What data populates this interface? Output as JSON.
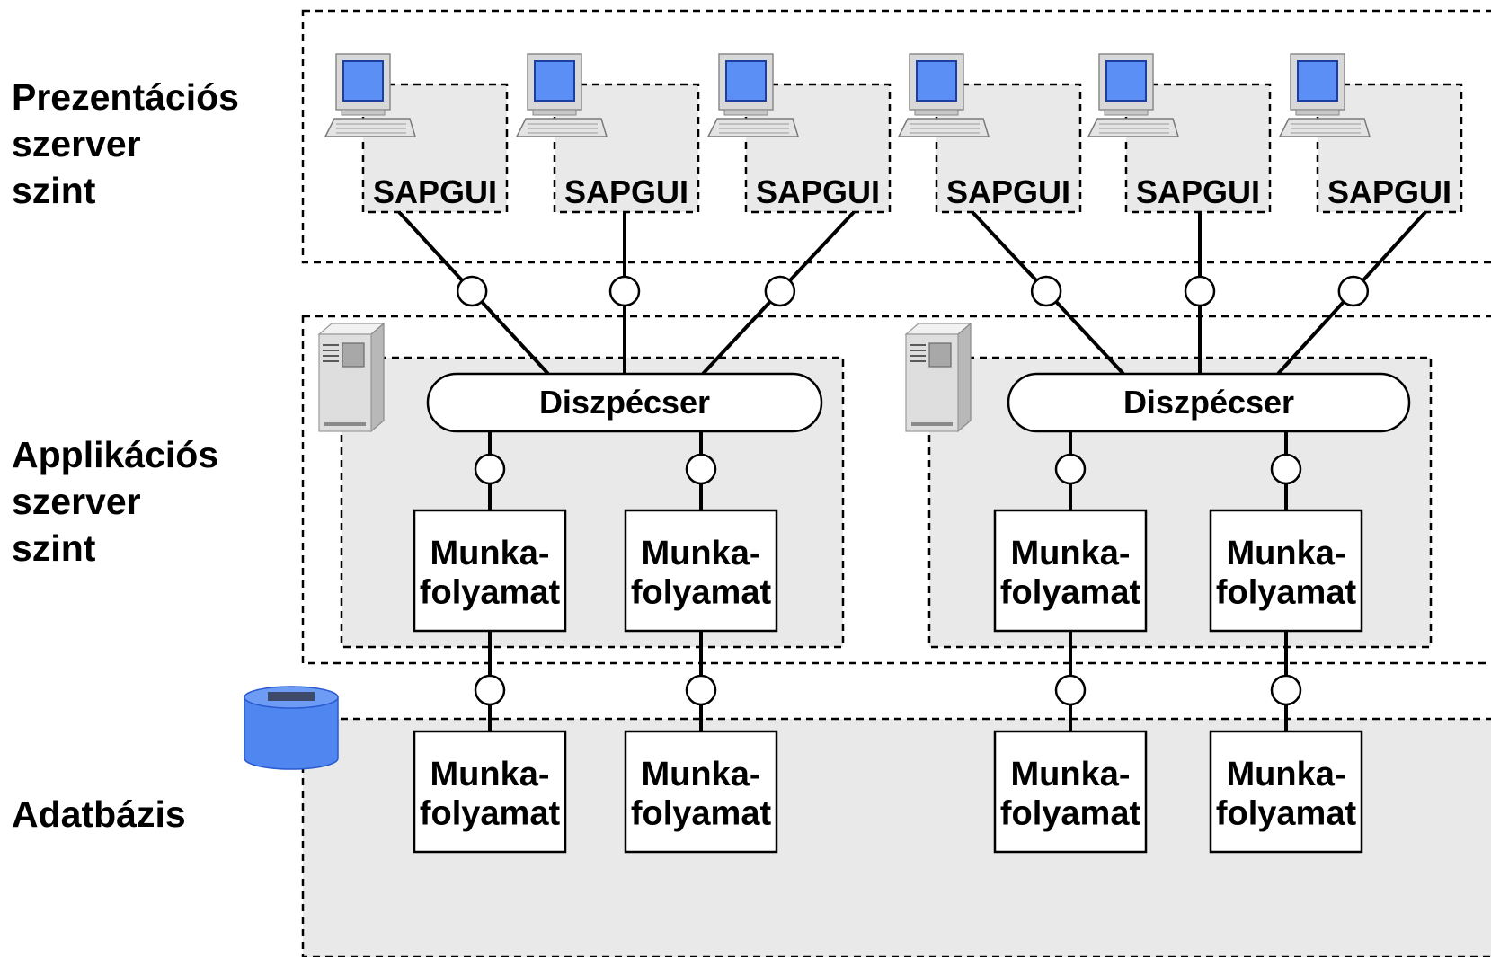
{
  "tiers": {
    "presentation": "Prezentációs\nszerver\nszint",
    "application": "Applikációs\nszerver\nszint",
    "database": "Adatbázis"
  },
  "clients": [
    {
      "label": "SAPGUI"
    },
    {
      "label": "SAPGUI"
    },
    {
      "label": "SAPGUI"
    },
    {
      "label": "SAPGUI"
    },
    {
      "label": "SAPGUI"
    },
    {
      "label": "SAPGUI"
    }
  ],
  "app_servers": [
    {
      "dispatcher": "Diszpécser",
      "workers": [
        [
          "Munka-",
          "folyamat"
        ],
        [
          "Munka-",
          "folyamat"
        ]
      ]
    },
    {
      "dispatcher": "Diszpécser",
      "workers": [
        [
          "Munka-",
          "folyamat"
        ],
        [
          "Munka-",
          "folyamat"
        ]
      ]
    }
  ],
  "db_workers": [
    [
      "Munka-",
      "folyamat"
    ],
    [
      "Munka-",
      "folyamat"
    ],
    [
      "Munka-",
      "folyamat"
    ],
    [
      "Munka-",
      "folyamat"
    ]
  ],
  "colors": {
    "zone_fill": "#e9e9e9",
    "screen_blue": "#5b8ff5",
    "db_blue": "#4f86f0",
    "line": "#000000"
  }
}
